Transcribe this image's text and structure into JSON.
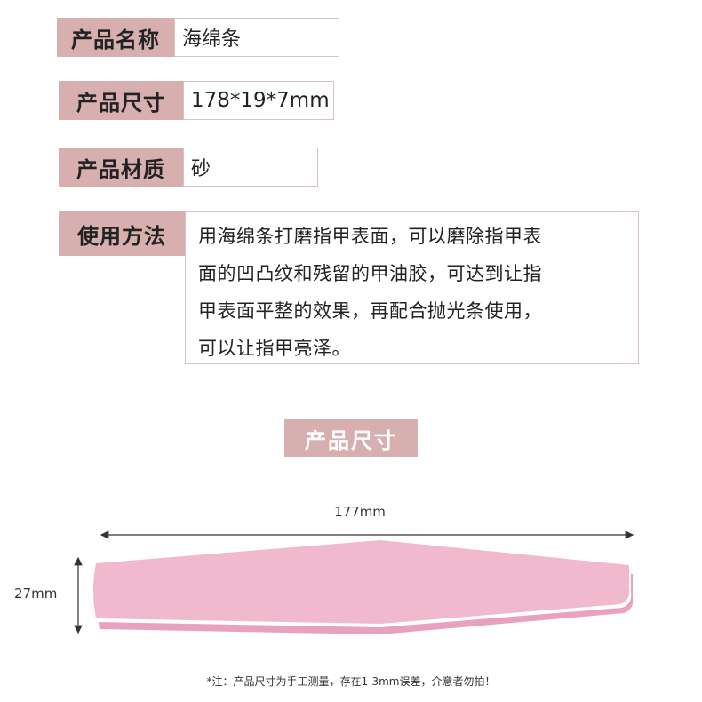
{
  "specs": [
    {
      "label": "产品名称",
      "value": "海绵条"
    },
    {
      "label": "产品尺寸",
      "value": "178*19*7mm"
    },
    {
      "label": "产品材质",
      "value": "砂"
    }
  ],
  "usage": {
    "label": "使用方法",
    "lines": [
      "用海绵条打磨指甲表面，可以磨除指甲表",
      "面的凹凸纹和残留的甲油胶，可达到让指",
      "甲表面平整的效果，再配合抛光条使用，",
      "可以让指甲亮泽。"
    ]
  },
  "size_section": {
    "title": "产品尺寸",
    "width_label": "177mm",
    "height_label": "27mm"
  },
  "note": "*注：产品尺寸为手工测量，存在1-3mm误差，介意者勿拍！",
  "colors": {
    "label_bg": "#d8afaf",
    "sponge_pink": "#f0b8cc",
    "sponge_edge": "#e49ab6"
  }
}
